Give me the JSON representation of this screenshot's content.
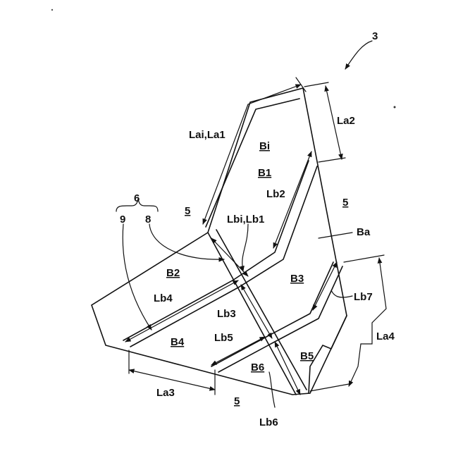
{
  "figure_ref": "3",
  "labels": {
    "lai_la1": "Lai,La1",
    "la2": "La2",
    "la3": "La3",
    "la4": "La4",
    "bi": "Bi",
    "b1": "B1",
    "b2": "B2",
    "b3": "B3",
    "b4": "B4",
    "b5": "B5",
    "b6": "B6",
    "ba": "Ba",
    "lb2": "Lb2",
    "lb3": "Lb3",
    "lb4": "Lb4",
    "lb5": "Lb5",
    "lb6": "Lb6",
    "lb7": "Lb7",
    "lbi_lb1": "Lbi,Lb1",
    "ref5_left": "5",
    "ref5_right": "5",
    "ref5_bottom": "5",
    "ref6": "6",
    "ref9": "9",
    "ref8": "8"
  }
}
